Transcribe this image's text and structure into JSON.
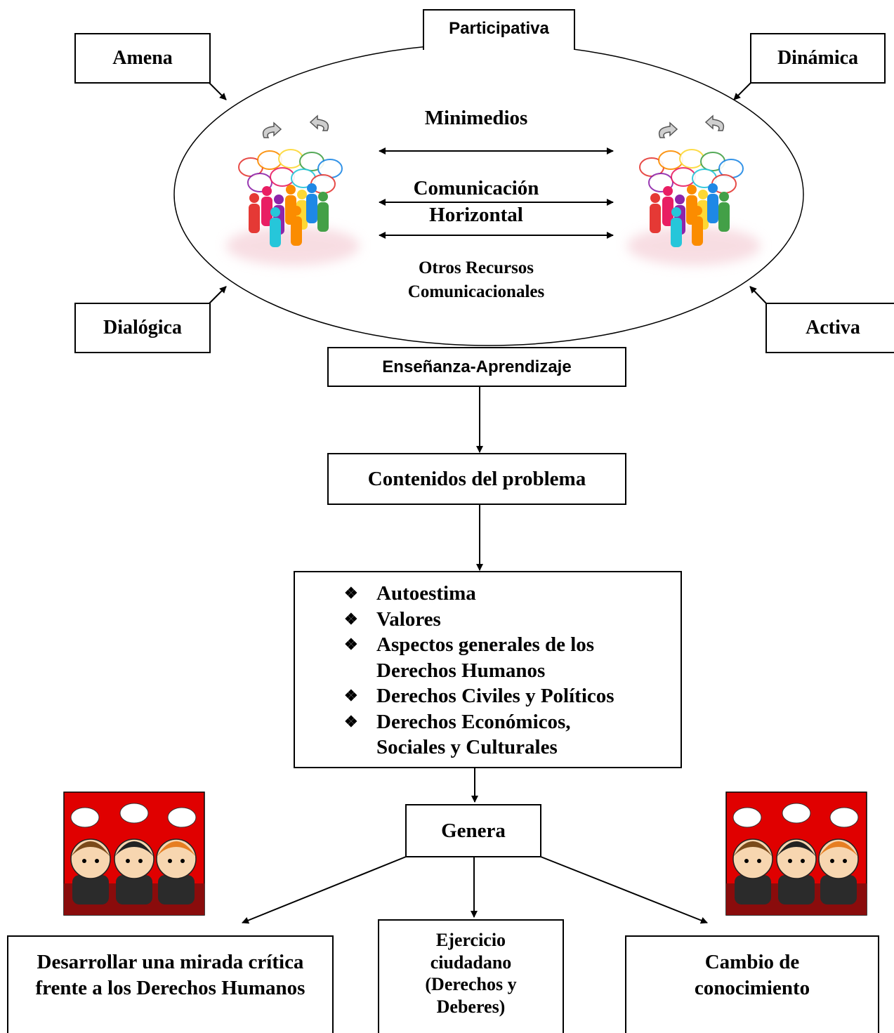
{
  "ellipse": {
    "top_label": "Participativa",
    "inner": {
      "line1": "Minimedios",
      "line2a": "Comunicación",
      "line2b": "Horizontal",
      "line3a": "Otros Recursos",
      "line3b": "Comunicacionales"
    }
  },
  "corners": {
    "top_left": "Amena",
    "top_right": "Dinámica",
    "bottom_left": "Dialógica",
    "bottom_right": "Activa"
  },
  "flow": {
    "step1": "Enseñanza-Aprendizaje",
    "step2": "Contenidos del problema",
    "contents": [
      "Autoestima",
      "Valores",
      "Aspectos generales de los Derechos Humanos",
      "Derechos Civiles y Políticos",
      "Derechos Económicos, Sociales y Culturales"
    ],
    "generates": "Genera"
  },
  "outcomes": {
    "left": "Desarrollar una mirada crítica frente  a los Derechos Humanos",
    "center": "Ejercicio ciudadano (Derechos y Deberes)",
    "right": "Cambio de conocimiento"
  },
  "people_colors": [
    "#e53935",
    "#fb8c00",
    "#fdd835",
    "#43a047",
    "#1e88e5",
    "#8e24aa",
    "#e91e63",
    "#26c6da"
  ],
  "kids_bg_color": "#e00000"
}
